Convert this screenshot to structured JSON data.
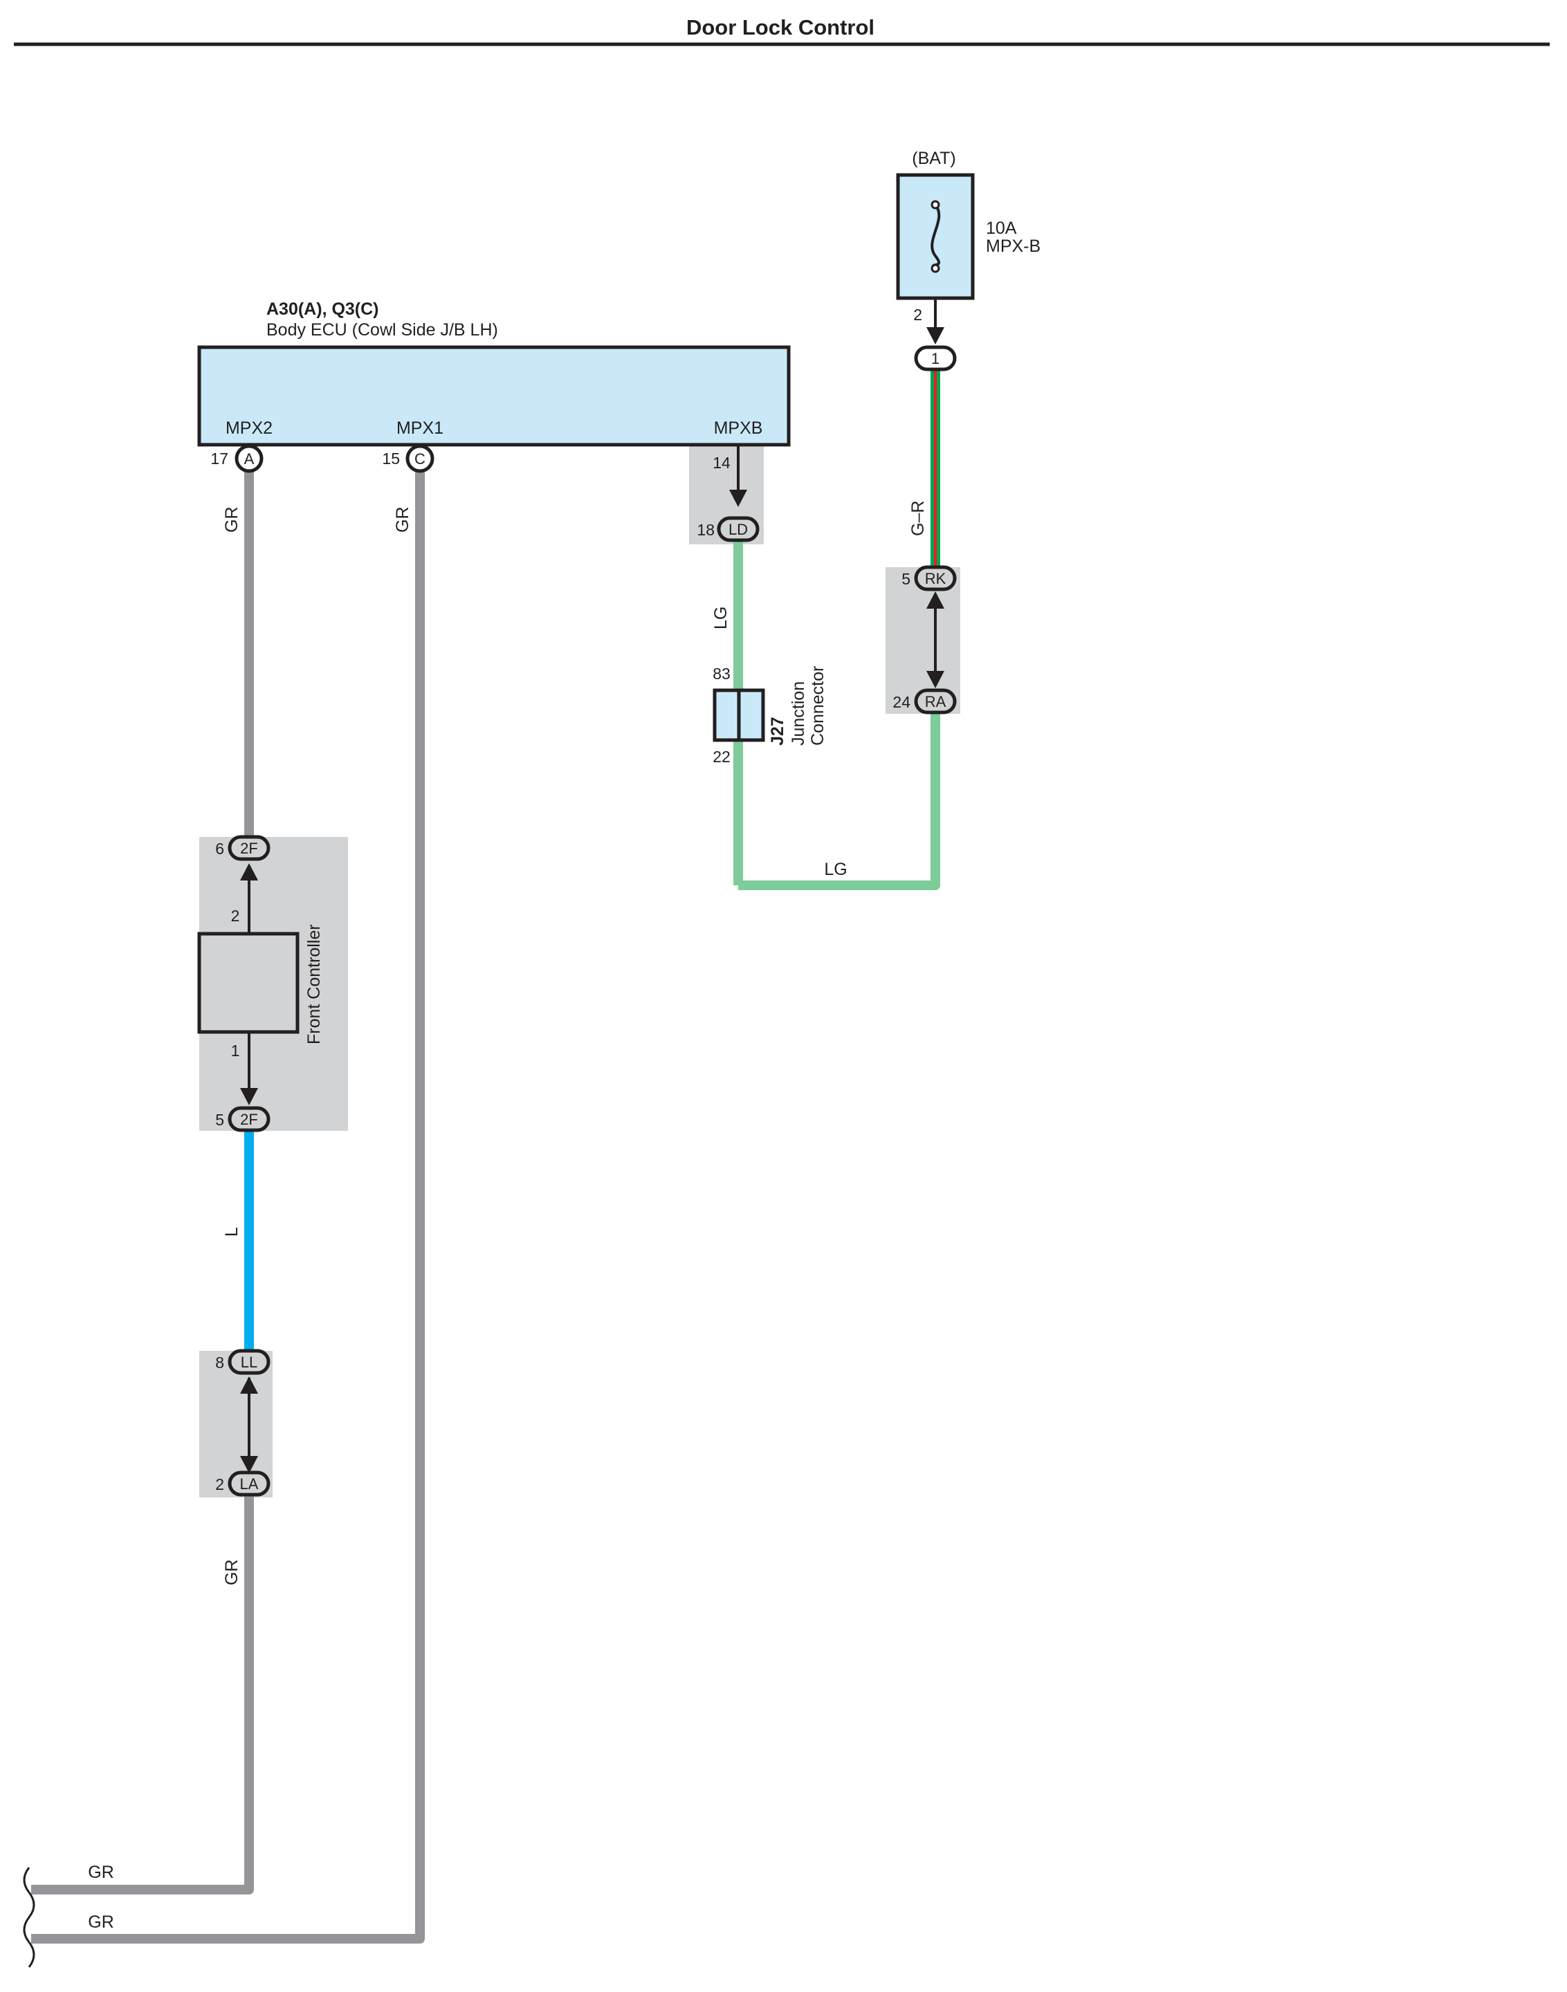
{
  "title": "Door Lock Control",
  "fuse": {
    "source": "(BAT)",
    "rating": "10A",
    "name": "MPX-B",
    "pin": "2"
  },
  "ecu": {
    "connectors": "A30(A), Q3(C)",
    "name": "Body ECU (Cowl Side J/B LH)",
    "terminals": [
      {
        "name": "MPX2",
        "pin": "17",
        "connector": "A"
      },
      {
        "name": "MPX1",
        "pin": "15",
        "connector": "C"
      },
      {
        "name": "MPXB",
        "pin": "14",
        "connector": ""
      }
    ]
  },
  "junction_connector": {
    "id": "J27",
    "name_line1": "Junction",
    "name_line2": "Connector",
    "pin_top": "83",
    "pin_bottom": "22"
  },
  "front_controller": {
    "name": "Front Controller",
    "pin_top": "2",
    "pin_bottom": "1"
  },
  "connectors": [
    {
      "code": "1",
      "pin": ""
    },
    {
      "code": "LD",
      "pin": "18"
    },
    {
      "code": "RK",
      "pin": "5"
    },
    {
      "code": "RA",
      "pin": "24"
    },
    {
      "code": "2F",
      "pin": "6"
    },
    {
      "code": "2F",
      "pin": "5"
    },
    {
      "code": "LL",
      "pin": "8"
    },
    {
      "code": "LA",
      "pin": "2"
    }
  ],
  "wire_colors": {
    "mpx2_top": "GR",
    "mpx1": "GR",
    "mpxb": "LG",
    "battery_feed": "G–R",
    "bottom_link": "LG",
    "front_ctrl_out": "L",
    "mpx2_bottom": "GR",
    "exit_1": "GR",
    "exit_2": "GR"
  },
  "colors": {
    "wire_gray": "#939598",
    "wire_light_green": "#7ecc99",
    "wire_blue": "#00aeef",
    "wire_green": "#00a651",
    "wire_red": "#ed1c24",
    "component_fill": "#c9e9f9",
    "shade_fill": "#d1d3d4"
  }
}
